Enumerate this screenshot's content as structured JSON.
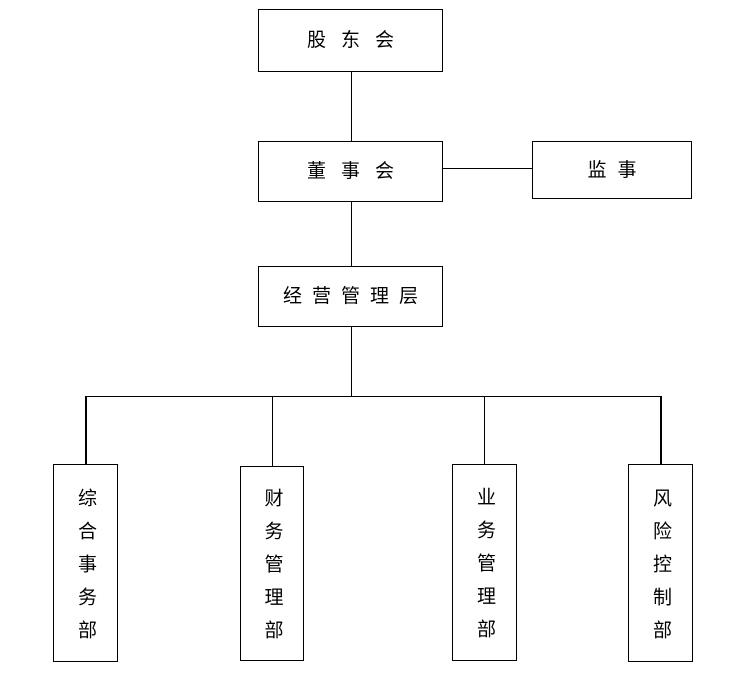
{
  "diagram": {
    "type": "org-chart",
    "background_color": "#ffffff",
    "line_color": "#000000",
    "text_color": "#000000",
    "nodes": {
      "shareholders": {
        "label": "股东会"
      },
      "board": {
        "label": "董事会"
      },
      "supervisor": {
        "label": "监事"
      },
      "management": {
        "label": "经营管理层"
      },
      "dept_general_affairs": {
        "label": "综合事务部"
      },
      "dept_finance": {
        "label": "财务管理部"
      },
      "dept_business": {
        "label": "业务管理部"
      },
      "dept_risk": {
        "label": "风险控制部"
      }
    },
    "edges": [
      {
        "from": "shareholders",
        "to": "board"
      },
      {
        "from": "board",
        "to": "supervisor"
      },
      {
        "from": "board",
        "to": "management"
      },
      {
        "from": "management",
        "to": "dept_general_affairs"
      },
      {
        "from": "management",
        "to": "dept_finance"
      },
      {
        "from": "management",
        "to": "dept_business"
      },
      {
        "from": "management",
        "to": "dept_risk"
      }
    ]
  }
}
